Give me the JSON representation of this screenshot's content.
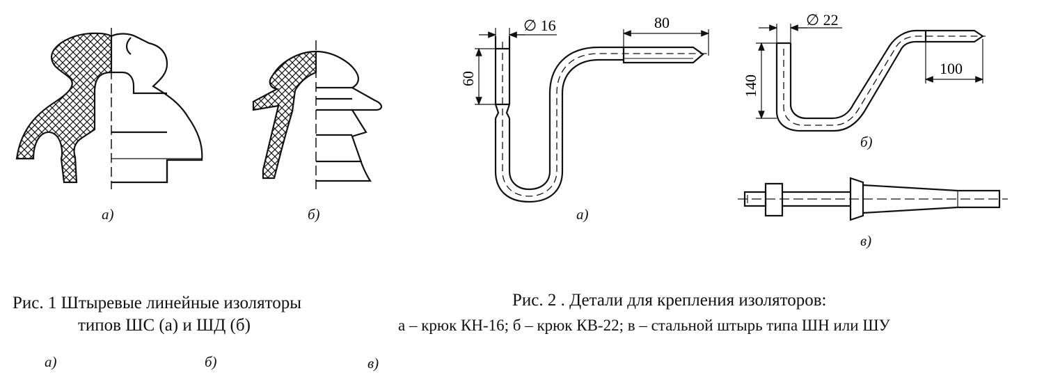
{
  "figure1": {
    "labels": {
      "a": "а)",
      "b": "б)"
    },
    "caption_line1": "Рис. 1  Штыревые линейные изоляторы",
    "caption_line2": "типов ШС (а) и ШД (б)"
  },
  "figure2": {
    "labels": {
      "a": "а)",
      "b": "б)",
      "c": "в)"
    },
    "dims": {
      "hook_a_diameter": "∅ 16",
      "hook_a_length": "80",
      "hook_a_height": "60",
      "hook_b_diameter": "∅ 22",
      "hook_b_height": "140",
      "hook_b_length": "100"
    },
    "caption_line1": "Рис. 2 . Детали для крепления изоляторов:",
    "caption_line2": "а – крюк КН-16; б – крюк КВ-22;  в  – стальной штырь типа ШН или ШУ"
  },
  "bottom_labels": {
    "a": "а)",
    "b": "б)",
    "c": "в)"
  }
}
